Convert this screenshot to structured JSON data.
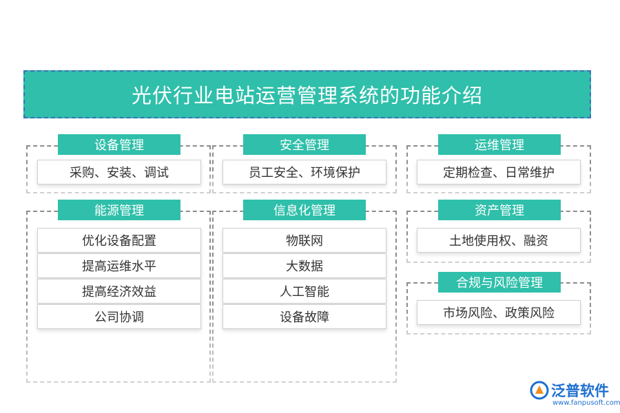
{
  "title": "光伏行业电站运营管理系统的功能介绍",
  "modules": {
    "equipment": {
      "heading": "设备管理",
      "items": [
        "采购、安装、调试"
      ]
    },
    "safety": {
      "heading": "安全管理",
      "items": [
        "员工安全、环境保护"
      ]
    },
    "maintenance": {
      "heading": "运维管理",
      "items": [
        "定期检查、日常维护"
      ]
    },
    "energy": {
      "heading": "能源管理",
      "items": [
        "优化设备配置",
        "提高运维水平",
        "提高经济效益",
        "公司协调"
      ]
    },
    "informatization": {
      "heading": "信息化管理",
      "items": [
        "物联网",
        "大数据",
        "人工智能",
        "设备故障"
      ]
    },
    "assets": {
      "heading": "资产管理",
      "items": [
        "土地使用权、融资"
      ]
    },
    "compliance": {
      "heading": "合规与风险管理",
      "items": [
        "市场风险、政策风险"
      ]
    }
  },
  "logo": {
    "brand": "泛普软件",
    "url": "www.fanpusoft.com"
  },
  "colors": {
    "accent": "#2fbfaa",
    "title_border": "#3f6fb5",
    "logo": "#1e6fd0"
  }
}
